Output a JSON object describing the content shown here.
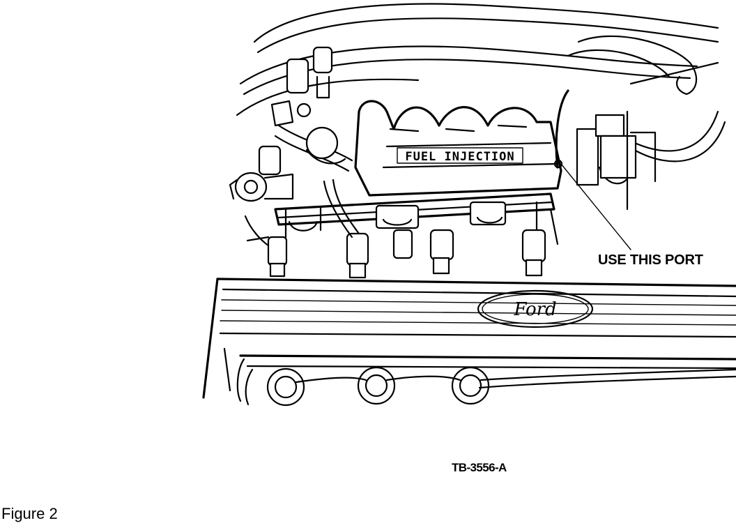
{
  "figure": {
    "caption": "Figure 2",
    "part_code": "TB-3556-A",
    "callout_label": "USE THIS PORT",
    "manifold_lettering": "FUEL INJECTION",
    "badge_lettering": "Ford"
  },
  "colors": {
    "ink": "#000000",
    "paper": "#ffffff"
  }
}
